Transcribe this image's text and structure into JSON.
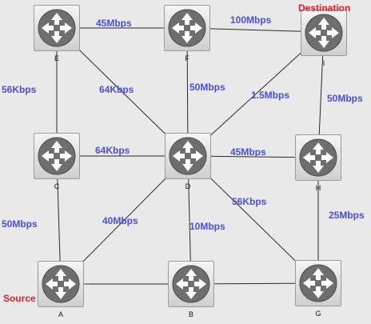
{
  "nodes": {
    "E": {
      "label": "E"
    },
    "F": {
      "label": "F"
    },
    "I": {
      "label": "I"
    },
    "C": {
      "label": "C"
    },
    "D": {
      "label": "D"
    },
    "H": {
      "label": "H"
    },
    "A": {
      "label": "A"
    },
    "B": {
      "label": "B"
    },
    "G": {
      "label": "G"
    }
  },
  "roles": {
    "destination": "Destination",
    "source": "Source"
  },
  "links": {
    "E_F": "45Mbps",
    "F_I": "100Mbps",
    "E_C": "56Kbps",
    "E_D": "64Kbps",
    "F_D": "50Mbps",
    "I_D": "1.5Mbps",
    "I_H": "50Mbps",
    "C_D": "64Kbps",
    "D_H": "45Mbps",
    "C_A": "50Mbps",
    "A_D": "40Mbps",
    "D_B": "10Mbps",
    "D_G": "56Kbps",
    "H_G": "25Mbps"
  },
  "colors": {
    "bandwidth_label": "#4a4fd6",
    "role_label": "#e0202a",
    "router_disc": "#6e6e6e",
    "background": "#e9e9e9"
  }
}
